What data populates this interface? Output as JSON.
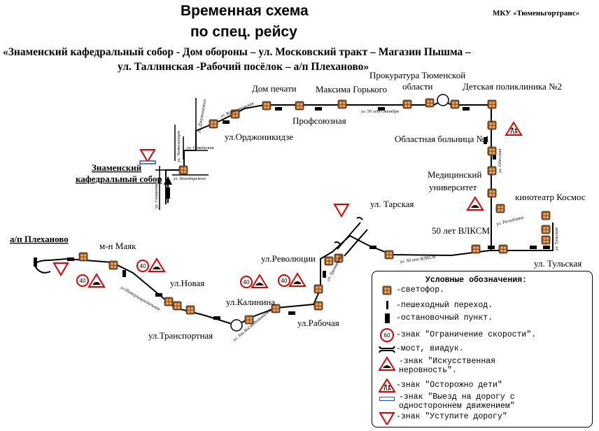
{
  "header": {
    "title_line1": "Временная схема",
    "title_line2": "по спец. рейсу",
    "organization": "МКУ «Тюменьгортранс»",
    "route_line1": "«Знаменский кафедральный собор -  Дом обороны – ул. Московский тракт – Магазин Пышма –",
    "route_line2": "ул. Таллинская -Рабочий посёлок – а/п Плеханово»"
  },
  "map": {
    "labels": {
      "znamensky": "Знаменский",
      "kafedralny": "кафедральный собор",
      "ordzhonikidze": "ул.Орджоникидзе",
      "dom_pechati": "Дом печати",
      "profsoyuznaya": "Профсоюзная",
      "maksima_gorkogo": "Максима Горького",
      "prokuratura1": "Прокуратура Тюменской",
      "prokuratura2": "области",
      "detskaya": "Детская поликлиника №2",
      "oblastnaya": "Областная больница №1",
      "med1": "Медицинский",
      "med2": "университет",
      "kosmos": "кинотеатр Космос",
      "tarskaya": "ул. Тарская",
      "vlksm": "50 лет ВЛКСМ",
      "tulskaya": "ул. Тульская",
      "revolyutsii": "ул.Революции",
      "kalinina": "ул.Калинина",
      "rabochaya": "ул.Рабочая",
      "novaya": "ул.Новая",
      "transportnaya": "ул.Транспортная",
      "mayak": "м-н Маяк",
      "plekhanovo": "а/п Плеханово"
    },
    "street_labels": {
      "semakova": "ул. Семакова",
      "volodarskogo": "ул. Володарского",
      "sovetskaya": "ул. Советская",
      "chelyuskintsev": "ул. Челюскинцев",
      "dzerzhinskogo": "ул. Дзержинского",
      "komsomolskaya": "ул. Комсомольская",
      "oktyabrya": "ул. 50 лет Октября",
      "odesskaya": "ул. Одесская",
      "respubliki": "ул. Республики",
      "tulskaya": "ул. Тульская",
      "vlksm": "ул. 50 лет ВЛКСМ",
      "tramvaynaya": "ул. Трамвайная",
      "kosmodemyanskoy": "ул. Зои Космодемьянской",
      "internatsionalnaya": "ул.Интернациональная"
    },
    "speed_limit": "40",
    "speed_limit_legend": "60"
  },
  "legend": {
    "title": "Условные обозначения:",
    "items": [
      "-светофор.",
      "-пешеходный переход.",
      "-остановочный пункт.",
      "-знак \"Ограничение скорости\".",
      "-мост, виадук.",
      "-знак \"Искусственная",
      "неровность\".",
      "-знак \"Осторожно дети\"",
      "-знак \"Выезд на дорогу с",
      "одностороннем движением\"",
      "-знак \"Уступите дорогу\""
    ]
  },
  "colors": {
    "signal_fill": "#8b5a2b",
    "signal_light": "#f4a460",
    "warning_red": "#e00000",
    "blue": "#2b4fb8"
  }
}
